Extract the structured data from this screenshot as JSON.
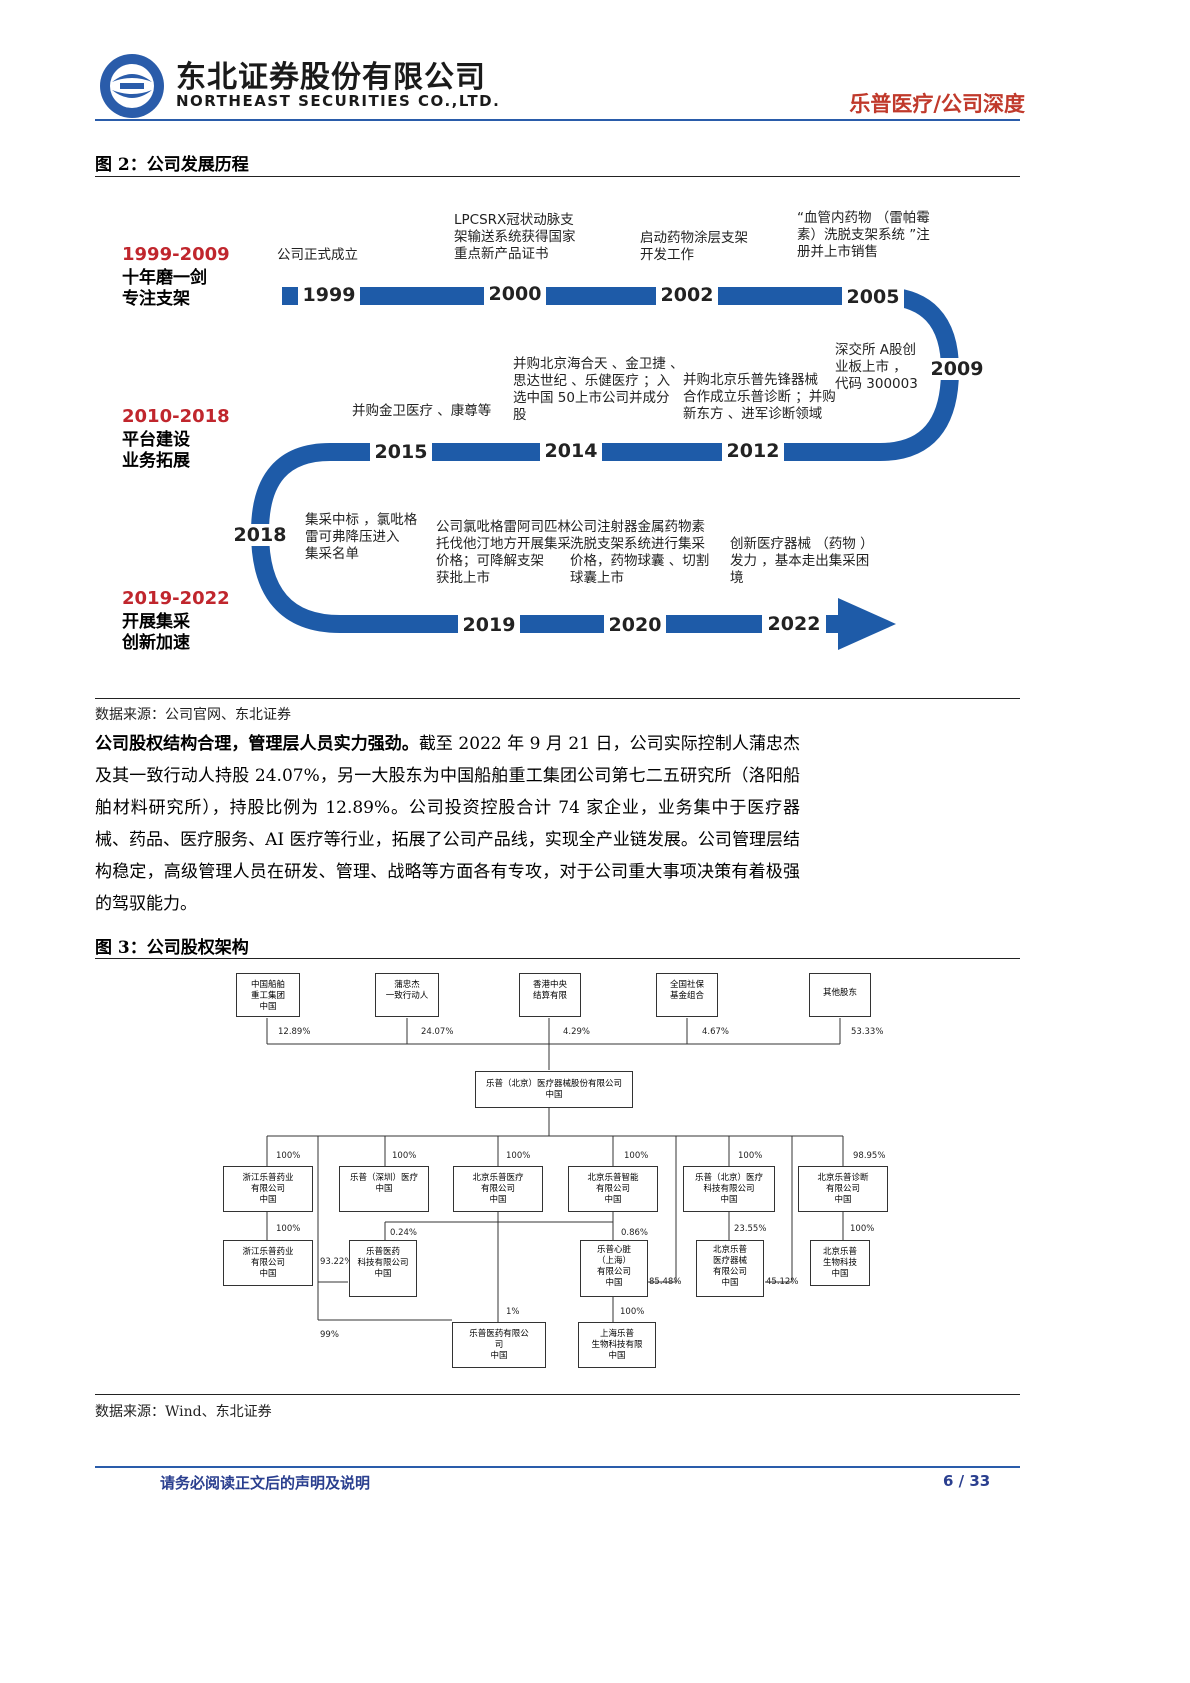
{
  "header": {
    "company_cn": "东北证券股份有限公司",
    "company_en": "NORTHEAST SECURITIES CO.,LTD.",
    "report_tag": "乐普医疗/公司深度"
  },
  "figure2": {
    "title": "图 2：公司发展历程",
    "source": "数据来源：公司官网、东北证券",
    "eras": [
      {
        "period": "1999-2009",
        "desc_line1": "十年磨一剑",
        "desc_line2": "专注支架"
      },
      {
        "period": "2010-2018",
        "desc_line1": "平台建设",
        "desc_line2": "业务拓展"
      },
      {
        "period": "2019-2022",
        "desc_line1": "开展集采",
        "desc_line2": "创新加速"
      }
    ],
    "years": [
      "1999",
      "2000",
      "2002",
      "2005",
      "2009",
      "2015",
      "2014",
      "2012",
      "2018",
      "2019",
      "2020",
      "2022"
    ],
    "events": {
      "e1999": [
        "公司正式成立"
      ],
      "e2000": [
        "LPCSRX冠状动脉支",
        "架输送系统获得国家",
        "重点新产品证书"
      ],
      "e2002": [
        "启动药物涂层支架",
        "开发工作"
      ],
      "e2005": [
        "“血管内药物 （雷帕霉",
        "素）洗脱支架系统 ”注",
        "册并上市销售"
      ],
      "e2009": [
        "深交所 A股创",
        "业板上市 ，",
        "代码 300003"
      ],
      "e2015": [
        "并购金卫医疗 、康尊等"
      ],
      "e2014": [
        "并购北京海合天 、金卫捷 、",
        "思达世纪 、乐健医疗 ；入",
        "选中国 50上市公司并成分",
        "股"
      ],
      "e2012": [
        "并购北京乐普先锋器械",
        "合作成立乐普诊断 ；并购",
        "新东方 、进军诊断领域"
      ],
      "e2018": [
        "集采中标 ，氯吡格",
        "雷可弗降压进入",
        "集采名单"
      ],
      "e2019": [
        "公司氯吡格雷阿司匹林",
        "托伐他汀地方开展集采",
        "价格；可降解支架",
        "获批上市"
      ],
      "e2020": [
        "公司注射器金属药物素",
        "洗脱支架系统进行集采",
        "价格，药物球囊 、切割",
        "球囊上市"
      ],
      "e2022": [
        "创新医疗器械 （药物 ）",
        "发力 ，基本走出集采困",
        "境"
      ]
    }
  },
  "body_text": {
    "lead": "公司股权结构合理，管理层人员实力强劲。",
    "rest": "截至 2022 年 9 月 21 日，公司实际控制人蒲忠杰及其一致行动人持股 24.07%，另一大股东为中国船舶重工集团公司第七二五研究所（洛阳船舶材料研究所），持股比例为 12.89%。公司投资控股合计 74 家企业，业务集中于医疗器械、药品、医疗服务、AI 医疗等行业，拓展了公司产品线，实现全产业链发展。公司管理层结构稳定，高级管理人员在研发、管理、战略等方面各有专攻，对于公司重大事项决策有着极强的驾驭能力。"
  },
  "figure3": {
    "title": "图 3：公司股权架构",
    "source": "数据来源：Wind、东北证券",
    "shareholders": [
      {
        "name_l1": "中国船舶",
        "name_l2": "重工集团",
        "country": "中国",
        "pct": "12.89%"
      },
      {
        "name_l1": "蒲忠杰",
        "name_l2": "一致行动人",
        "country": "",
        "pct": "24.07%"
      },
      {
        "name_l1": "香港中央",
        "name_l2": "结算有限",
        "country": "",
        "pct": "4.29%"
      },
      {
        "name_l1": "全国社保",
        "name_l2": "基金组合",
        "country": "",
        "pct": "4.67%"
      },
      {
        "name_l1": "其他股东",
        "name_l2": "",
        "country": "",
        "pct": "53.33%"
      }
    ],
    "parent": {
      "name": "乐普（北京）医疗器械股份有限公司",
      "country": "中国"
    },
    "subs": [
      {
        "name_l1": "浙江乐普药业",
        "name_l2": "有限公司",
        "country": "中国",
        "pct": "100%"
      },
      {
        "name_l1": "乐普（深圳）医疗",
        "name_l2": "",
        "country": "中国",
        "pct": "100%"
      },
      {
        "name_l1": "北京乐普医疗",
        "name_l2": "有限公司",
        "country": "中国",
        "pct": "100%"
      },
      {
        "name_l1": "北京乐普智能",
        "name_l2": "有限公司",
        "country": "中国",
        "pct": "100%"
      },
      {
        "name_l1": "乐普（北京）医疗",
        "name_l2": "科技有限公司",
        "country": "中国",
        "pct": "100%"
      },
      {
        "name_l1": "北京乐普诊断",
        "name_l2": "有限公司",
        "country": "中国",
        "pct": "98.95%"
      }
    ],
    "level3": [
      {
        "name_l1": "浙江乐普药业",
        "name_l2": "有限公司",
        "country": "中国",
        "pct": "100%"
      },
      {
        "name_l1": "乐普医药",
        "name_l2": "科技有限公司",
        "country": "中国",
        "pct_a": "93.22%",
        "pct_b": "0.24%"
      },
      {
        "name_l1": "乐普心脏",
        "name_l2": "（上海）",
        "name_l3": "有限公司",
        "country": "中国",
        "pct_a": "0.86%",
        "pct_b": "85.48%"
      },
      {
        "name_l1": "北京乐普",
        "name_l2": "医疗器械",
        "name_l3": "有限公司",
        "country": "中国",
        "pct_a": "23.55%",
        "pct_b": "45.12%"
      },
      {
        "name_l1": "北京乐普",
        "name_l2": "生物科技",
        "country": "中国",
        "pct": "100%"
      }
    ],
    "level4": [
      {
        "name_l1": "乐普医药有限公",
        "name_l2": "司",
        "country": "中国",
        "pct_a": "99%",
        "pct_b": "1%"
      },
      {
        "name_l1": "上海乐普",
        "name_l2": "生物科技有限",
        "country": "中国",
        "pct": "100%"
      }
    ]
  },
  "footer": {
    "disclaimer": "请务必阅读正文后的声明及说明",
    "page": "6 / 33"
  }
}
